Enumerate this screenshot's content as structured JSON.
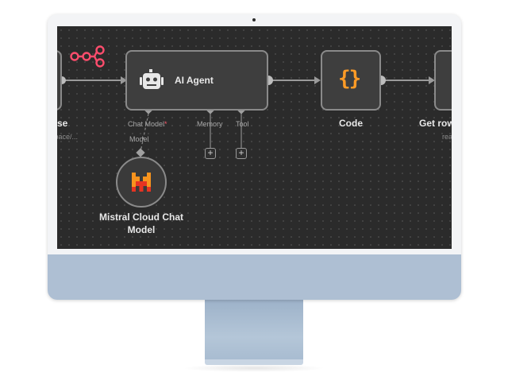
{
  "workflow": {
    "nodes": {
      "left_partial": {
        "label_fragment": "se",
        "sub_fragment": "space/..."
      },
      "ai_agent": {
        "label": "AI Agent",
        "icon": "robot-icon"
      },
      "code": {
        "label": "Code",
        "icon": "curly-braces-icon"
      },
      "get_rows_partial": {
        "label_fragment": "Get row",
        "sub_fragment": "rea"
      },
      "mistral": {
        "label_line1": "Mistral Cloud Chat",
        "label_line2": "Model",
        "icon": "mistral-logo-icon"
      }
    },
    "ports": {
      "chat_model": "Chat Model",
      "chat_model_required": "*",
      "memory": "Memory",
      "tool": "Tool",
      "model": "Model"
    },
    "plus_symbol": "+"
  },
  "colors": {
    "canvas": "#2b2b2b",
    "node_fill": "#3e3e3e",
    "node_border": "#8a8a8a",
    "code_icon": "#ff9b26",
    "webhook_icon": "#ff4d6d",
    "mistral_orange": "#f7931e",
    "mistral_red": "#e63322",
    "monitor_chin": "#aebfd3"
  }
}
